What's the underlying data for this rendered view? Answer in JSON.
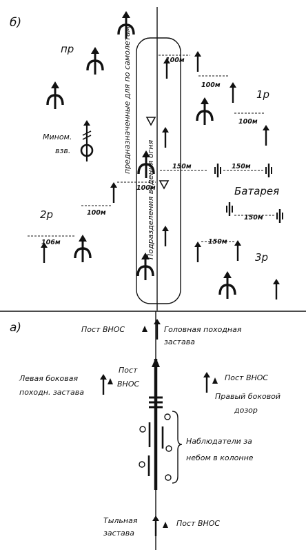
{
  "section_b": {
    "marker": "б)",
    "labels": {
      "pr": "пр",
      "r1": "1р",
      "r2": "2р",
      "r3": "3р",
      "battery": "Батарея",
      "mortar_line1": "Мином.",
      "mortar_line2": "взв.",
      "vertical_plane": "предназначенные для по самолетам",
      "vertical_fire": "Подразделения ведения огня"
    },
    "distances": {
      "d1": "100м",
      "d2": "100м",
      "d3": "100м",
      "d4": "150м",
      "d5": "150м",
      "d6": "100м",
      "d7": "100м",
      "d8": "150м",
      "d9": "106м",
      "d10": "150м"
    }
  },
  "section_a": {
    "marker": "а)",
    "labels": {
      "post_vnos": "Пост ВНОС",
      "head_line1": "Головная походная",
      "head_line2": "застава",
      "left_line1": "Левая боковая",
      "left_line2": "походн. застава",
      "post_vnos_line1": "Пост",
      "post_vnos_line2": "ВНОС",
      "right_post": "Пост ВНОС",
      "right_line1": "Правый боковой",
      "right_line2": "дозор",
      "obs_line1": "Наблюдатели за",
      "obs_line2": "небом в колонне",
      "rear_line1": "Тыльная",
      "rear_line2": "застава",
      "rear_post": "Пост ВНОС"
    }
  }
}
